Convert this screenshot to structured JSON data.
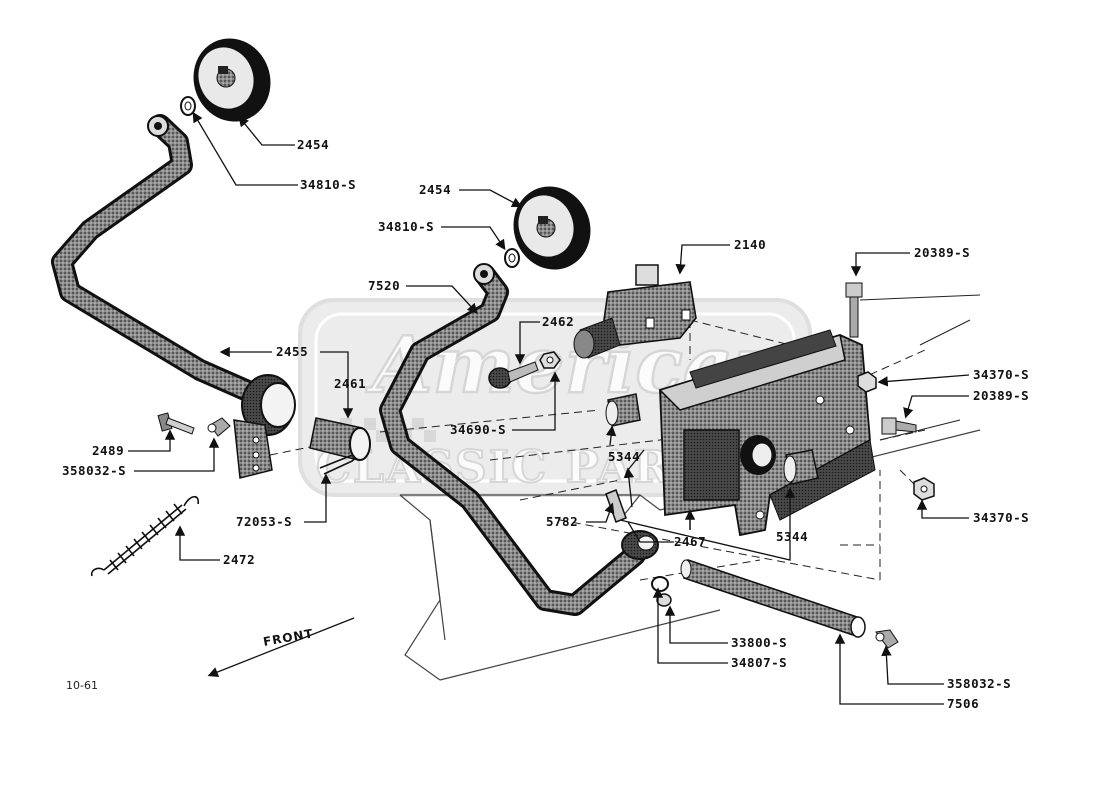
{
  "diagram": {
    "front_label": "FRONT",
    "figure_number": "10-61",
    "watermark": {
      "line1": "American",
      "line2": "CLASSIC PARTS"
    },
    "part_labels": {
      "p2454_a": "2454",
      "p34810_a": "34810-S",
      "p2454_b": "2454",
      "p34810_b": "34810-S",
      "p2140": "2140",
      "p20389_a": "20389-S",
      "p7520": "7520",
      "p2462": "2462",
      "p34370_a": "34370-S",
      "p20389_b": "20389-S",
      "p2455": "2455",
      "p2461": "2461",
      "p34690": "34690-S",
      "p2489": "2489",
      "p358032_a": "358032-S",
      "p5344_a": "5344",
      "p34370_b": "34370-S",
      "p72053": "72053-S",
      "p5782": "5782",
      "p2467": "2467",
      "p5344_b": "5344",
      "p2472": "2472",
      "p33800": "33800-S",
      "p34807": "34807-S",
      "p358032_b": "358032-S",
      "p7506": "7506"
    }
  }
}
